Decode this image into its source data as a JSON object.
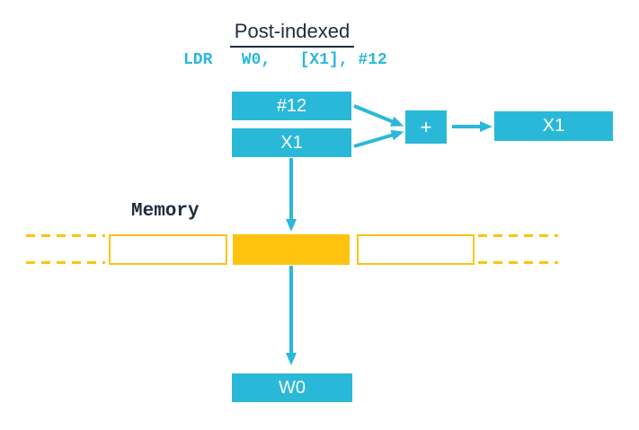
{
  "title": "Post-indexed",
  "instruction": "LDR   W0,   [X1], #12",
  "boxes": {
    "offset_label": "#12",
    "base_label": "X1",
    "adder_label": "+",
    "updated_base_label": "X1",
    "destination_label": "W0"
  },
  "memory": {
    "label": "Memory"
  },
  "colors": {
    "cyan": "#2ab8d9",
    "orange": "#ffc20e",
    "navy": "#1f2d3d"
  }
}
